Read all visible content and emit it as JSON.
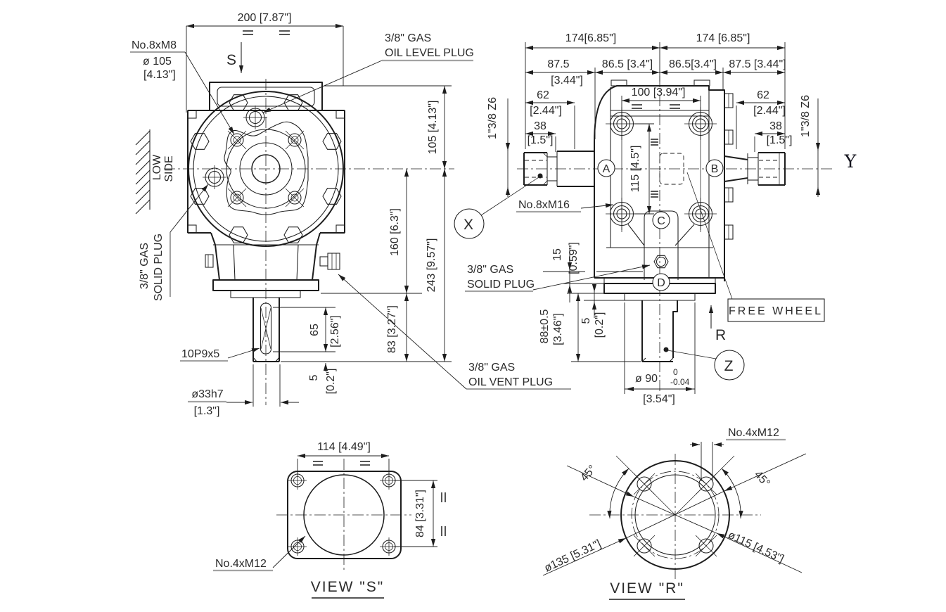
{
  "colors": {
    "line": "#1d1d1d",
    "leader_underline": "#a3a3a3",
    "background": "#ffffff"
  },
  "drawing": {
    "front_view": {
      "dim_width": "200 [7.87\"]",
      "bolt_label_1": "No.8xM8",
      "bolt_label_2": "ø 105",
      "bolt_label_3": "[4.13\"]",
      "view_arrow_s": "S",
      "oil_level_1": "3/8\" GAS",
      "oil_level_2": "OIL LEVEL PLUG",
      "low_side_1": "LOW",
      "low_side_2": "SIDE",
      "solid_plug_1": "3/8\" GAS",
      "solid_plug_2": "SOLID PLUG",
      "dim_105": "105 [4.13\"]",
      "dim_160": "160 [6.3\"]",
      "dim_243": "243 [9.57\"]",
      "dim_83": "83 [3.27\"]",
      "dim_65": "65",
      "dim_65_in": "[2.56\"]",
      "dim_5": "5",
      "dim_5_in": "[0.2\"]",
      "key_label": "10P9x5",
      "shaft_dia_1": "ø33h7",
      "shaft_dia_2": "[1.3\"]",
      "vent_1": "3/8\" GAS",
      "vent_2": "OIL VENT PLUG"
    },
    "side_view": {
      "dim_174_left": "174[6.85\"]",
      "dim_174_right": "174 [6.85\"]",
      "dim_875_left": "87.5",
      "dim_875_left_in": "[3.44\"]",
      "dim_865_left": "86.5 [3.4\"]",
      "dim_865_right": "86.5[3.4\"]",
      "dim_875_right": "87.5 [3.44\"]",
      "dim_100": "100 [3.94\"]",
      "dim_62": "62",
      "dim_62_in": "[2.44\"]",
      "dim_38": "38",
      "dim_38_in": "[1.5\"]",
      "spline_label": "1\"3/8 Z6",
      "dim_115": "115 [4.5\"]",
      "dim_15": "15",
      "dim_15_in": "[0.59\"]",
      "dim_5": "5",
      "dim_5_in": "[0.2\"]",
      "dim_88": "88±0.5",
      "dim_88_in": "[3.46\"]",
      "dim_90": "ø 90",
      "dim_90_tol_upper": "0",
      "dim_90_tol_lower": "-0.04",
      "dim_90_in": "[3.54\"]",
      "bolt_label": "No.8xM16",
      "solid_plug_1": "3/8\" GAS",
      "solid_plug_2": "SOLID PLUG",
      "free_wheel": "FREE WHEEL",
      "shaft_x": "X",
      "shaft_y": "Y",
      "shaft_z": "Z",
      "view_arrow_r": "R",
      "point_a": "A",
      "point_b": "B",
      "point_c": "C",
      "point_d": "D"
    },
    "view_s": {
      "title": "VIEW \"S\"",
      "dim_114": "114 [4.49\"]",
      "dim_84": "84 [3.31\"]",
      "bolt_label": "No.4xM12"
    },
    "view_r": {
      "title": "VIEW \"R\"",
      "angle_left": "45°",
      "angle_right": "45°",
      "dim_135": "ø135 [5.31\"]",
      "dim_115": "ø115 [4.53\"]",
      "bolt_label": "No.4xM12"
    }
  }
}
